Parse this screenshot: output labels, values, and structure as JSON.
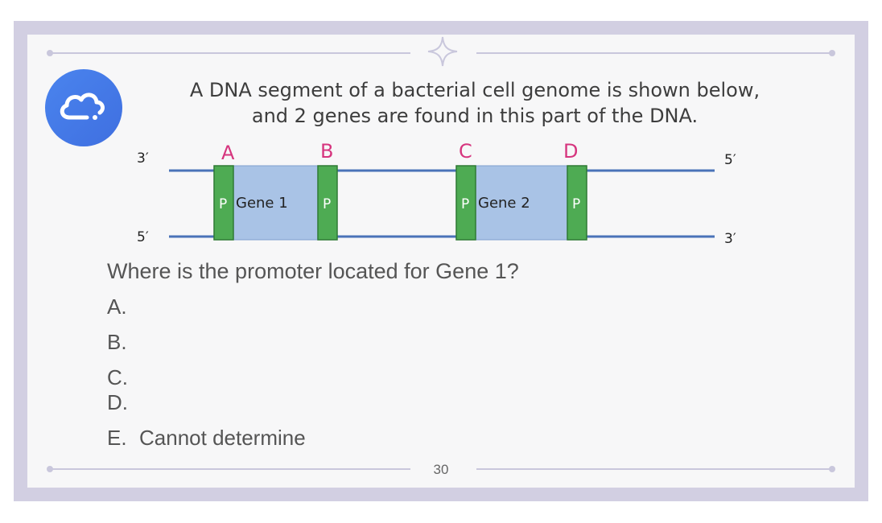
{
  "question_title": {
    "line1": "A DNA segment of a bacterial cell genome is shown below,",
    "line2": "and 2 genes are found in this part of the DNA."
  },
  "diagram": {
    "strand_top_left": "3′",
    "strand_top_right": "5′",
    "strand_bottom_left": "5′",
    "strand_bottom_right": "3′",
    "site_labels": [
      "A",
      "B",
      "C",
      "D"
    ],
    "promoter_label": "P",
    "genes": [
      "Gene 1",
      "Gene 2"
    ],
    "colors": {
      "strand": "#4a73b8",
      "gene_box": "#a9c3e6",
      "promoter": "#4eab53",
      "site_label": "#d6357e"
    }
  },
  "question": "Where is the promoter located for Gene 1?",
  "options": [
    {
      "letter": "A.",
      "text": ""
    },
    {
      "letter": "B.",
      "text": ""
    },
    {
      "letter": "C.",
      "text": ""
    },
    {
      "letter": "D.",
      "text": ""
    },
    {
      "letter": "E.",
      "text": "Cannot determine"
    }
  ],
  "page_number": "30",
  "icons": {
    "badge": "cloud-icon",
    "ornament": "sparkle-icon"
  }
}
